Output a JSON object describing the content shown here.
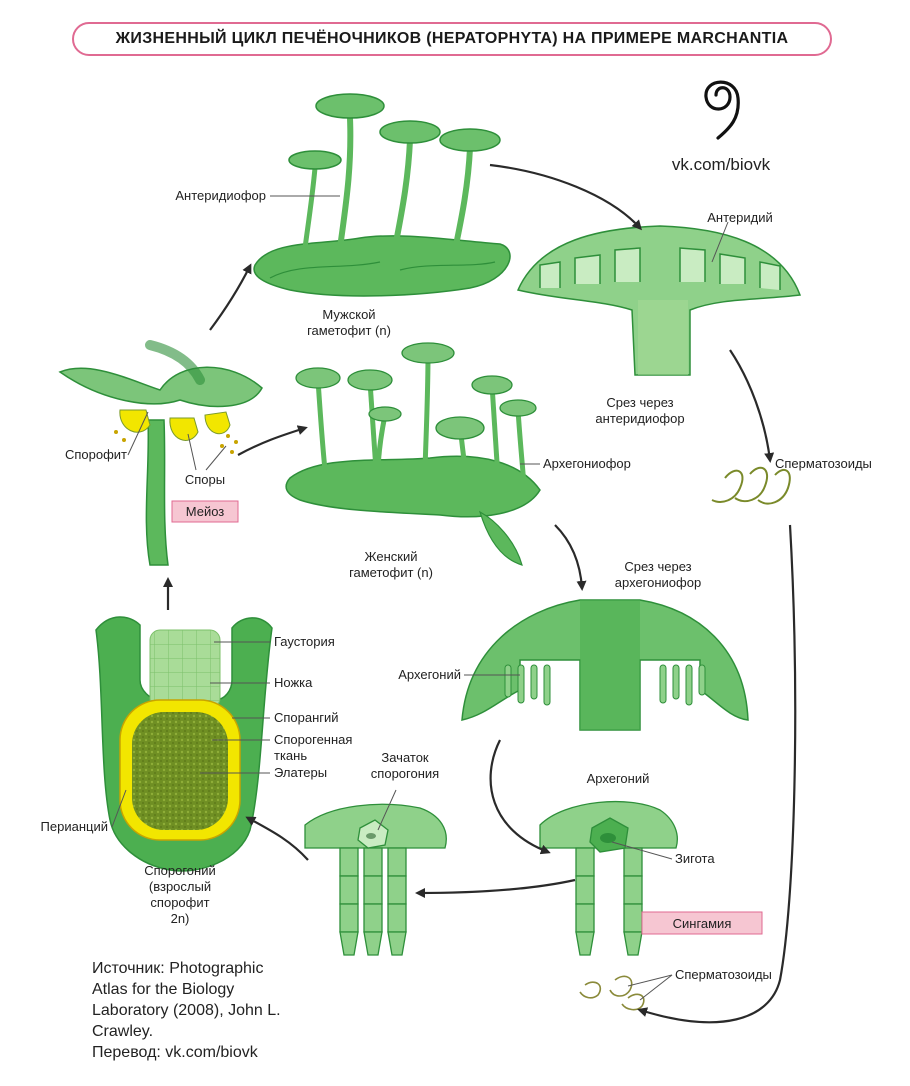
{
  "title": "ЖИЗНЕННЫЙ ЦИКЛ ПЕЧЁНОЧНИКОВ (HEPATOPHYTA) НА ПРИМЕРЕ MARCHANTIA",
  "brand": {
    "url": "vk.com/biovk",
    "logo_icon": "spiral-logo-icon"
  },
  "labels": {
    "antheridiophore": "Антеридиофор",
    "male_gametophyte_1": "Мужской",
    "male_gametophyte_2": "гаметофит (n)",
    "antheridium": "Антеридий",
    "section_antheridiophore_1": "Срез через",
    "section_antheridiophore_2": "антеридиофор",
    "sperm_top": "Сперматозоиды",
    "sporophyte": "Спорофит",
    "spores": "Споры",
    "meiosis": "Мейоз",
    "archegoniophore": "Архегониофор",
    "female_gametophyte_1": "Женский",
    "female_gametophyte_2": "гаметофит (n)",
    "section_archegoniophore_1": "Срез через",
    "section_archegoniophore_2": "архегониофор",
    "archegonium_1": "Архегоний",
    "haustoria": "Гаустория",
    "foot": "Ножка",
    "sporangium": "Спорангий",
    "sporogenous_1": "Спорогенная",
    "sporogenous_2": "ткань",
    "elaters": "Элатеры",
    "perianth": "Перианций",
    "sporogon_1": "Спорогоний",
    "sporogon_2": "(взрослый",
    "sporogon_3": "спорофит",
    "sporogon_4": "2n)",
    "embryo_1": "Зачаток",
    "embryo_2": "спорогония",
    "archegonium_2": "Архегоний",
    "zygote": "Зигота",
    "syngamy": "Сингамия",
    "sperm_bottom": "Сперматозоиды"
  },
  "source": {
    "line1": "Источник: Photographic",
    "line2": "Atlas for the Biology",
    "line3": "Laboratory (2008), John L.",
    "line4": "Crawley.",
    "line5": "Перевод: vk.com/biovk"
  },
  "colors": {
    "green_dark": "#2e8f3a",
    "green_mid": "#4caf50",
    "green_light": "#8fd18a",
    "green_pale": "#c9ecc2",
    "yellow": "#f2e600",
    "olive": "#7a9a2a",
    "pink_fill": "#f6c6d2",
    "pink_border": "#e06a92",
    "arrow": "#2a2a2a"
  }
}
